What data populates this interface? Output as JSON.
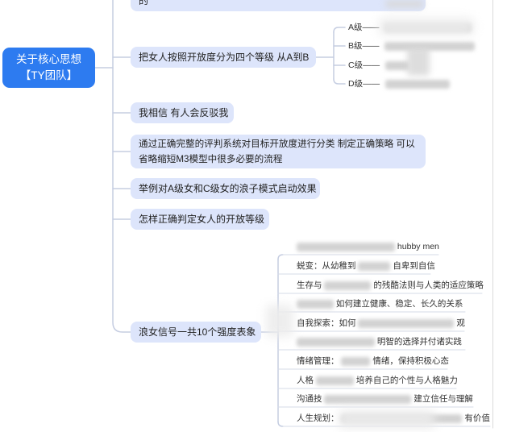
{
  "root": {
    "title_line1": "关于核心思想",
    "title_line2": "【TY团队】"
  },
  "branches": {
    "top_partial": {
      "label": "的"
    },
    "levels": {
      "label": "把女人按照开放度分为四个等级 从A到B",
      "children": [
        "A级——",
        "B级——",
        "C级——",
        "D级——"
      ]
    },
    "belief": {
      "label": "我相信 有人会反驳我"
    },
    "system": {
      "lines": [
        "通过正确完整的评判系统对目标开放度进行分类 制定正确策略 可以",
        "省略缩短M3模型中很多必要的流程"
      ]
    },
    "example": {
      "label": "举例对A级女和C级女的浪子模式启动效果"
    },
    "judge": {
      "label": "怎样正确判定女人的开放等级"
    },
    "signals": {
      "label": "浪女信号一共10个强度表象",
      "children": [
        {
          "post": "hubby men"
        },
        {
          "pre": "蜕变：从幼稚到",
          "post": "自卑到自信"
        },
        {
          "pre": "生存与",
          "post": "的残酷法则与人类的适应策略"
        },
        {
          "post": "如何建立健康、稳定、长久的关系"
        },
        {
          "pre": "自我探索：如何",
          "post": "观"
        },
        {
          "post": "明智的选择并付诸实践"
        },
        {
          "pre": "情绪管理：",
          "post": "情绪，保持积极心态"
        },
        {
          "pre": "人格",
          "post": "培养自己的个性与人格魅力"
        },
        {
          "pre": "沟通技",
          "post": "建立信任与理解"
        },
        {
          "pre": "人生规划：",
          "post": "有价值"
        }
      ]
    }
  },
  "colors": {
    "root_bg": "#2d7bf0",
    "node_bg": "#dde5fb",
    "line": "#c5cde1",
    "text": "#222222",
    "border": "#d9d9d9"
  }
}
